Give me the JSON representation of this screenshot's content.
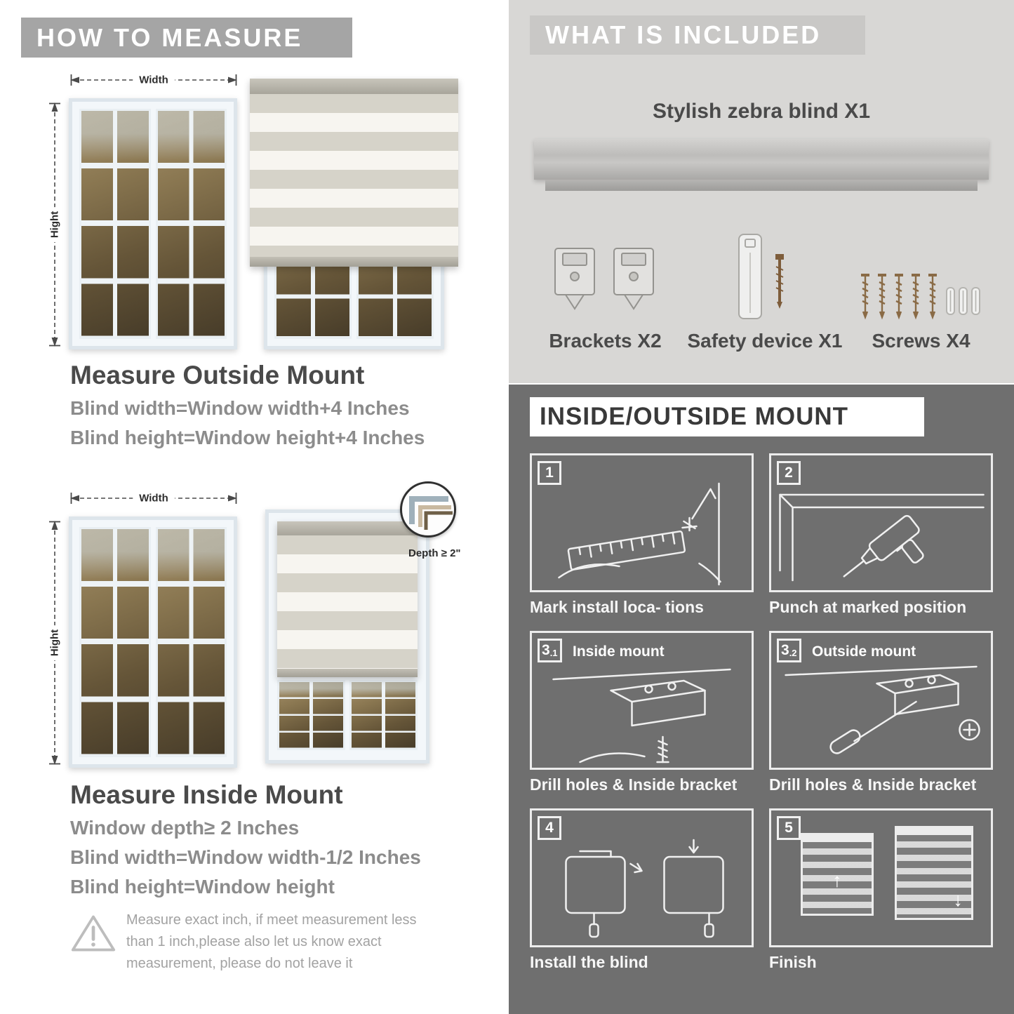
{
  "left": {
    "banner": "HOW TO MEASURE",
    "labels": {
      "width": "Width",
      "height": "Hight"
    },
    "outside": {
      "title": "Measure Outside Mount",
      "lines": [
        "Blind width=Window width+4 Inches",
        "Blind height=Window height+4 Inches"
      ]
    },
    "inside": {
      "depth_callout": "Depth ≥ 2\"",
      "title": "Measure Inside Mount",
      "lines": [
        "Window depth≥ 2 Inches",
        "Blind width=Window width-1/2 Inches",
        "Blind height=Window height"
      ]
    },
    "warning": "Measure exact inch, if meet measurement less than 1 inch,please also let us know exact measurement, please do not leave it",
    "warning_icon": "warning-triangle-icon"
  },
  "right": {
    "included": {
      "banner": "WHAT IS INCLUDED",
      "product": "Stylish zebra blind X1",
      "items": [
        {
          "label": "Brackets X2",
          "icon": "bracket-icon"
        },
        {
          "label": "Safety device X1",
          "icon": "safety-device-icon"
        },
        {
          "label": "Screws X4",
          "icon": "screws-icon"
        }
      ]
    },
    "mount": {
      "banner": "INSIDE/OUTSIDE MOUNT",
      "steps": [
        {
          "num": "1",
          "sub": "",
          "label": "",
          "caption": "Mark install loca- tions"
        },
        {
          "num": "2",
          "sub": "",
          "label": "",
          "caption": "Punch at  marked position"
        },
        {
          "num": "3",
          "sub": ".1",
          "label": "Inside mount",
          "caption": "Drill holes &  Inside bracket"
        },
        {
          "num": "3",
          "sub": ".2",
          "label": "Outside mount",
          "caption": "Drill holes &  Inside bracket"
        },
        {
          "num": "4",
          "sub": "",
          "label": "",
          "caption": "Install the blind"
        },
        {
          "num": "5",
          "sub": "",
          "label": "",
          "caption": "Finish"
        }
      ]
    }
  },
  "colors": {
    "banner_gray": "#a5a5a5",
    "included_bg": "#d8d7d5",
    "mount_bg": "#6f6f6f",
    "heading": "#4a4a4a",
    "formula": "#8c8c8c"
  }
}
